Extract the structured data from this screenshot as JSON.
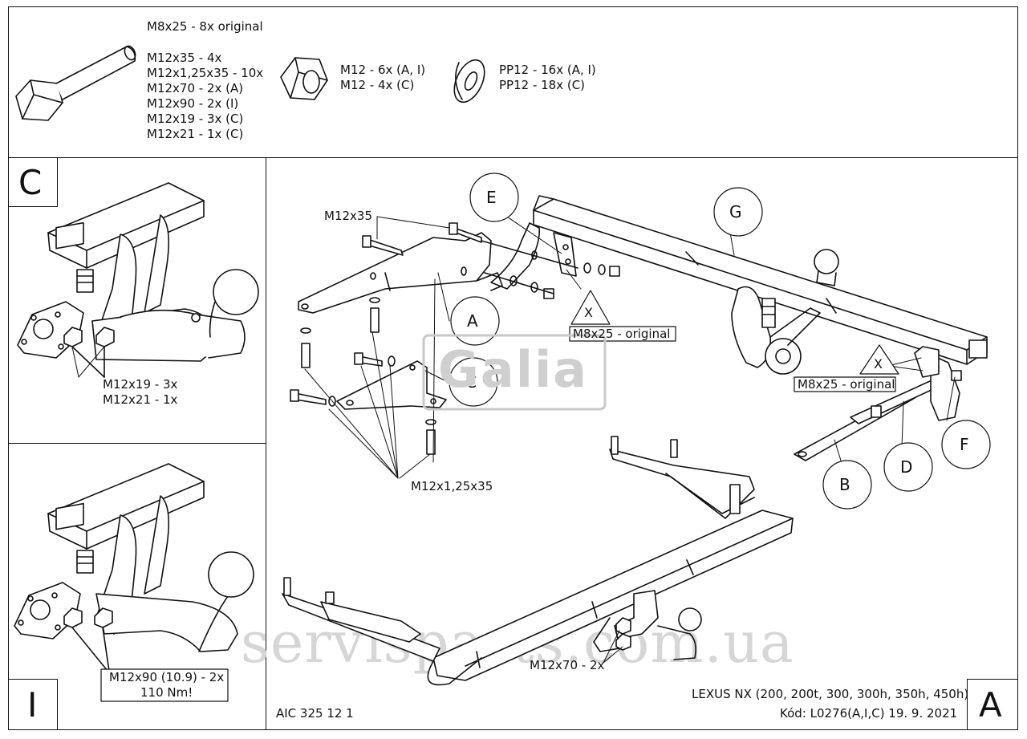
{
  "parts_list": {
    "bolt_group_1": [
      "M8x25 - 8x original"
    ],
    "bolt_group_2": [
      "M12x35 - 4x",
      "M12x1,25x35 - 10x",
      "M12x70 - 2x (A)",
      "M12x90 - 2x (I)",
      "M12x19 - 3x (C)",
      "M12x21 - 1x (C)"
    ],
    "nuts": [
      "M12 - 6x (A, I)",
      "M12 - 4x (C)"
    ],
    "washers": [
      "PP12 - 16x (A, I)",
      "PP12 - 18x (C)"
    ]
  },
  "panel_c": {
    "letter": "C",
    "bolts": [
      "M12x19 - 3x",
      "M12x21 - 1x"
    ]
  },
  "panel_i": {
    "letter": "I",
    "bolts": [
      "M12x90 (10.9) - 2x",
      "110 Nm!"
    ]
  },
  "panel_a": {
    "letter": "A",
    "callouts": {
      "E": "E",
      "G": "G",
      "A": "A",
      "C": "C",
      "B": "B",
      "D": "D",
      "F": "F",
      "X": "X"
    },
    "labels": {
      "m12x35": "M12x35",
      "m8x25_1": "M8x25 - original",
      "m8x25_2": "M8x25 - original",
      "m12x125x35": "M12x1,25x35",
      "m12x70": "M12x70 - 2x"
    },
    "logo": "Galia",
    "watermark": "servisparts.com.ua"
  },
  "title_block": {
    "code_left": "AIC 325 12 1",
    "vehicle": "LEXUS NX (200, 200t, 300, 300h, 350h, 450h)",
    "kod": "Kód: L0276(A,I,C)  19. 9. 2021"
  }
}
